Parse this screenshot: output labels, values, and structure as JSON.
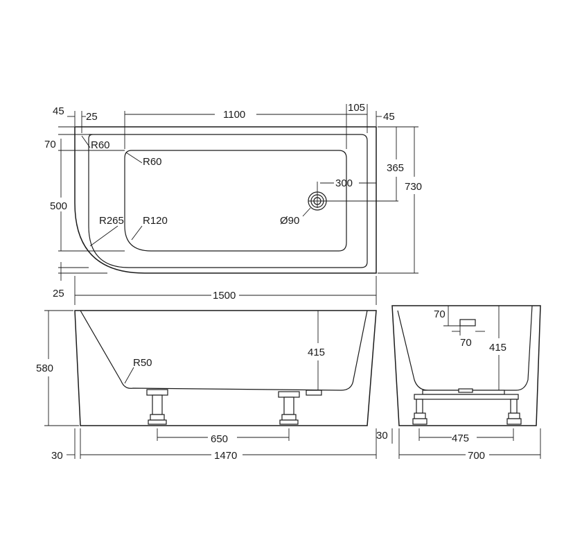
{
  "dimensions": {
    "top_view": {
      "d45_left": "45",
      "d25_top": "25",
      "d1100": "1100",
      "d105": "105",
      "d45_right": "45",
      "d70_left": "70",
      "r60_outer": "R60",
      "r60_inner": "R60",
      "d365": "365",
      "d730": "730",
      "d300": "300",
      "d500": "500",
      "r265": "R265",
      "r120": "R120",
      "dia90": "Ø90",
      "d25_bottom": "25",
      "d1500": "1500"
    },
    "side_view": {
      "d580": "580",
      "r50": "R50",
      "d415": "415",
      "d650": "650",
      "d30": "30",
      "d1470": "1470"
    },
    "end_view": {
      "d70_vertical": "70",
      "d70_horizontal": "70",
      "d415": "415",
      "d30": "30",
      "d475": "475",
      "d700": "700"
    }
  }
}
